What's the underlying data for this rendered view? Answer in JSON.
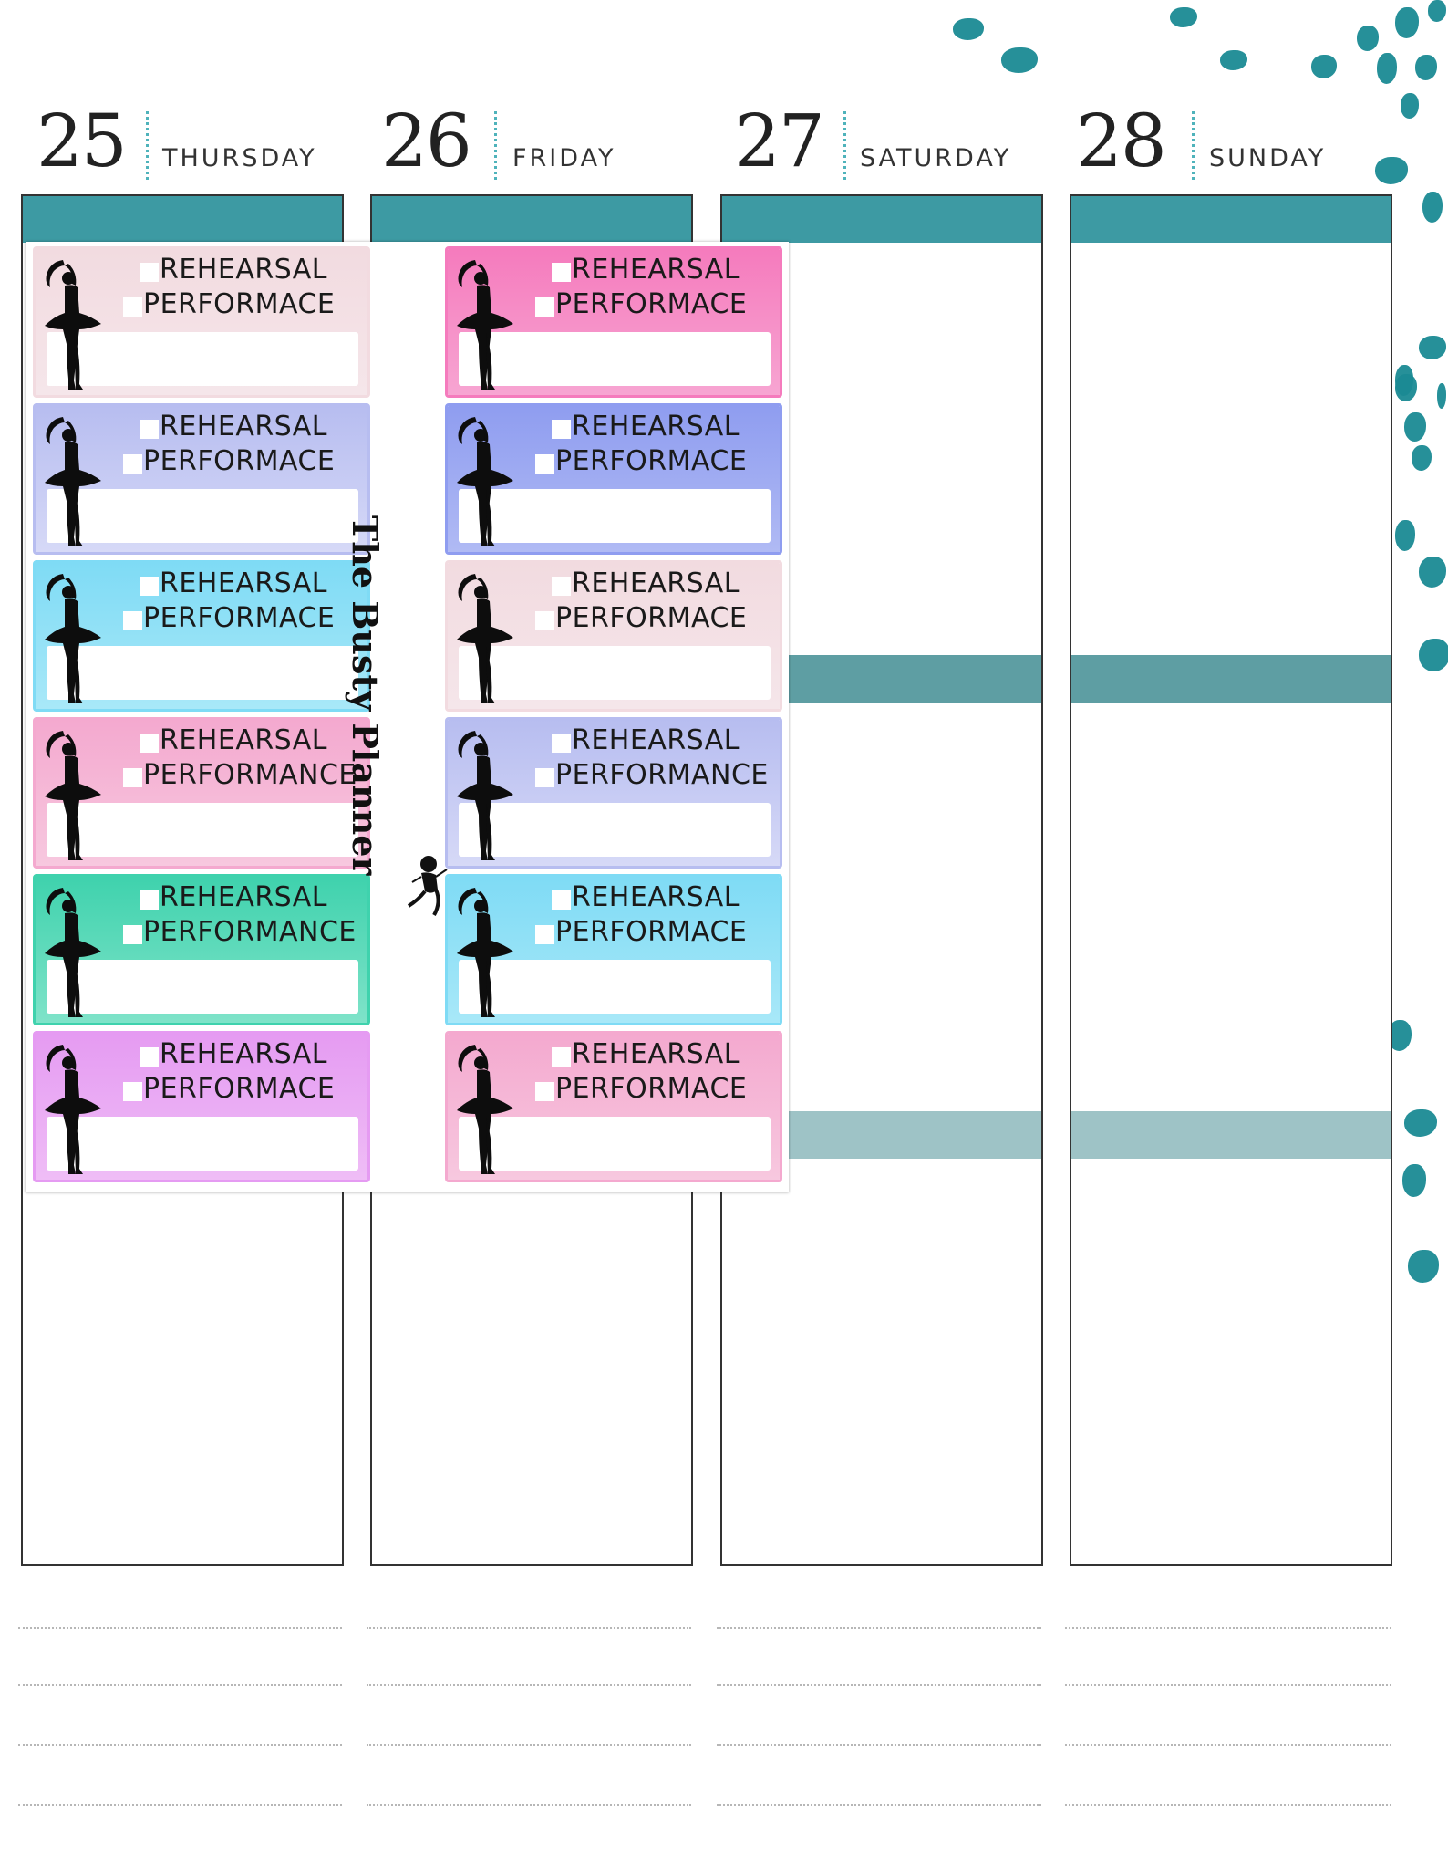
{
  "days": [
    {
      "number": "25",
      "name": "THURSDAY"
    },
    {
      "number": "26",
      "name": "FRIDAY"
    },
    {
      "number": "27",
      "name": "SATURDAY"
    },
    {
      "number": "28",
      "name": "SUNDAY"
    }
  ],
  "sheet": {
    "brand": "The Busty Planner",
    "logo_text": "The Busty Planner",
    "stickers": [
      {
        "line1": "REHEARSAL",
        "line2": "PERFORMACE",
        "color_top": "#f2dbe0",
        "color_bottom": "#f5e6ea"
      },
      {
        "line1": "REHEARSAL",
        "line2": "PERFORMACE",
        "color_top": "#f57bbd",
        "color_bottom": "#f7a5d2"
      },
      {
        "line1": "REHEARSAL",
        "line2": "PERFORMACE",
        "color_top": "#b7bdf0",
        "color_bottom": "#d6d9f7"
      },
      {
        "line1": "REHEARSAL",
        "line2": "PERFORMACE",
        "color_top": "#8f9df0",
        "color_bottom": "#b0baf4"
      },
      {
        "line1": "REHEARSAL",
        "line2": "PERFORMACE",
        "color_top": "#7fdbf5",
        "color_bottom": "#a8e8f8"
      },
      {
        "line1": "REHEARSAL",
        "line2": "PERFORMACE",
        "color_top": "#f2dbe0",
        "color_bottom": "#f5e6ea"
      },
      {
        "line1": "REHEARSAL",
        "line2": "PERFORMANCE",
        "color_top": "#f4a9cf",
        "color_bottom": "#f7c8df"
      },
      {
        "line1": "REHEARSAL",
        "line2": "PERFORMANCE",
        "color_top": "#b7bdf0",
        "color_bottom": "#d6d9f7"
      },
      {
        "line1": "REHEARSAL",
        "line2": "PERFORMANCE",
        "color_top": "#3fd2ad",
        "color_bottom": "#7fe3c9"
      },
      {
        "line1": "REHEARSAL",
        "line2": "PERFORMACE",
        "color_top": "#7fdbf5",
        "color_bottom": "#a8e8f8"
      },
      {
        "line1": "REHEARSAL",
        "line2": "PERFORMACE",
        "color_top": "#e59bf2",
        "color_bottom": "#efbdf6"
      },
      {
        "line1": "REHEARSAL",
        "line2": "PERFORMACE",
        "color_top": "#f4a9cf",
        "color_bottom": "#f7c8df"
      }
    ]
  },
  "colors": {
    "accent_teal": "#3d9aa3",
    "dot_teal": "#1a8a94"
  }
}
